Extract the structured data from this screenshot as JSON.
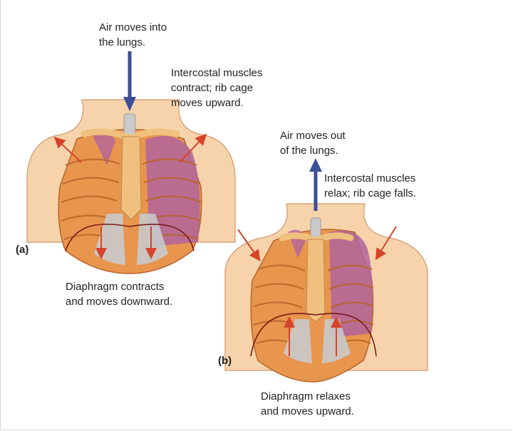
{
  "colors": {
    "skin": "#f6d3ab",
    "skin_outline": "#dba57c",
    "rib_orange": "#e8954e",
    "rib_outline": "#b8652a",
    "lung_purple": "#b0649c",
    "cartilage_gray": "#c9c9cb",
    "sternum": "#f0c07e",
    "red_arrow": "#d6452a",
    "blue_arrow": "#3c4f97"
  },
  "panel_a": {
    "tag": "(a)",
    "air_line1": "Air moves into",
    "air_line2": "the lungs.",
    "intercostal_line1": "Intercostal muscles",
    "intercostal_line2": "contract; rib cage",
    "intercostal_line3": "moves upward.",
    "diaphragm_line1": "Diaphragm contracts",
    "diaphragm_line2": "and moves downward."
  },
  "panel_b": {
    "tag": "(b)",
    "air_line1": "Air moves out",
    "air_line2": "of the lungs.",
    "intercostal_line1": "Intercostal muscles",
    "intercostal_line2": "relax; rib cage falls.",
    "diaphragm_line1": "Diaphragm relaxes",
    "diaphragm_line2": "and moves upward."
  }
}
